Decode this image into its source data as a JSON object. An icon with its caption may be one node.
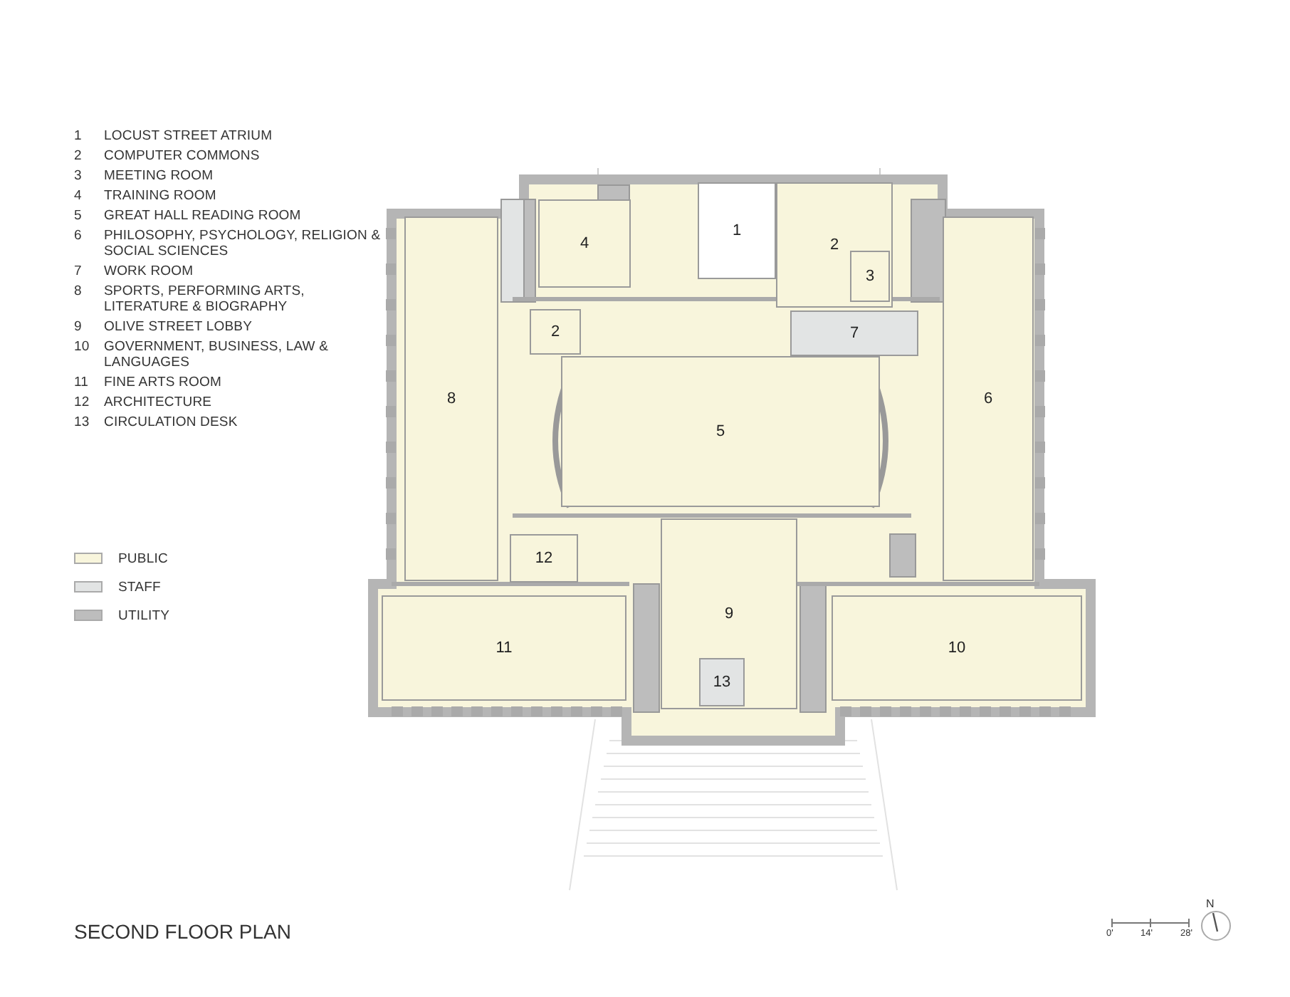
{
  "diagram": {
    "title": "SECOND FLOOR PLAN",
    "nodes": [
      {
        "text": [
          "1"
        ]
      },
      {
        "text": [
          "4"
        ]
      },
      {
        "text": [
          "2"
        ]
      },
      {
        "text": [
          "3"
        ],
        "in": 2
      },
      {
        "text": [
          "2"
        ]
      },
      {
        "text": [
          "7"
        ]
      },
      {
        "text": [
          "8"
        ]
      },
      {
        "text": [
          "5"
        ]
      },
      {
        "text": [
          "6"
        ]
      },
      {
        "text": [
          "12"
        ]
      },
      {
        "text": [
          "9"
        ]
      },
      {
        "text": [
          "11"
        ]
      },
      {
        "text": [
          "10"
        ]
      },
      {
        "text": [
          "13"
        ],
        "in": 10
      }
    ],
    "edges": [],
    "labels": [
      "1",
      "LOCUST STREET ATRIUM",
      "2",
      "COMPUTER COMMONS",
      "3",
      "MEETING ROOM",
      "4",
      "TRAINING ROOM",
      "5",
      "GREAT HALL READING ROOM",
      "6",
      "PHILOSOPHY, PSYCHOLOGY, RELIGION & SOCIAL SCIENCES",
      "7",
      "WORK ROOM",
      "8",
      "SPORTS, PERFORMING ARTS, LITERATURE & BIOGRAPHY",
      "9",
      "OLIVE STREET LOBBY",
      "10",
      "GOVERNMENT, BUSINESS, LAW & LANGUAGES",
      "11",
      "FINE ARTS ROOM",
      "12",
      "ARCHITECTURE",
      "13",
      "CIRCULATION DESK",
      "0'",
      "14'",
      "28'",
      "N"
    ],
    "legend": [
      {
        "text": "PUBLIC",
        "color": "#f8f5dc"
      },
      {
        "text": "STAFF",
        "color": "#e2e4e4"
      },
      {
        "text": "UTILITY",
        "color": "#bdbdbd"
      }
    ]
  }
}
